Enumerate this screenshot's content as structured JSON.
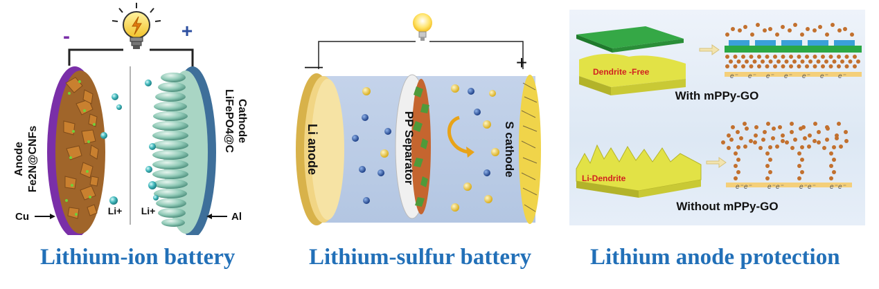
{
  "panels": [
    {
      "caption": "Lithium-ion battery",
      "labels": {
        "minus": "-",
        "plus": "+",
        "anode_title": "Anode",
        "anode_material": "Fe2N@CNFs",
        "cathode_title": "Cathode",
        "cathode_material": "LiFePO4@C",
        "ion_left": "Li+",
        "ion_right": "Li+",
        "cu": "Cu",
        "al": "Al"
      }
    },
    {
      "caption": "Lithium-sulfur battery",
      "labels": {
        "minus": "—",
        "plus": "+",
        "li_anode": "Li anode",
        "separator": "PP Separator",
        "s_cathode": "S cathode"
      }
    },
    {
      "caption": "Lithium anode protection",
      "labels": {
        "dendrite_free": "Dendrite -Free",
        "with": "With mPPy-GO",
        "li_dendrite": "Li-Dendrite",
        "without": "Without mPPy-GO",
        "electron": "e⁻"
      }
    }
  ],
  "colors": {
    "caption": "#2270b8",
    "anode_purple": "#7a2fa8",
    "cathode_blue": "#3e6f9a",
    "li_ion": "#2fb0b5",
    "wire": "#222222",
    "battery_body": "#c8d6ea",
    "li_metal": "#e8c65e",
    "sulfur": "#f0d44a",
    "polysulfide": "#2a5aa8",
    "dendrite_yellow": "#d6d640",
    "green_layer": "#2e9a3e",
    "copper_ball": "#c2702e"
  },
  "icons": [
    "light-bulb-icon",
    "arrow-icon",
    "curved-arrow-icon"
  ]
}
